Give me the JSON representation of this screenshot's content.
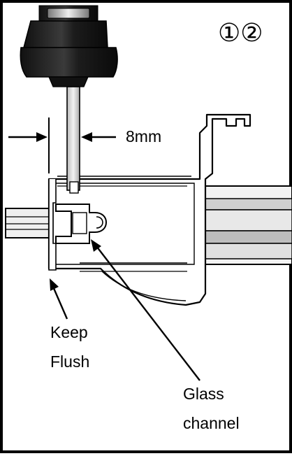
{
  "figure": {
    "step_markers": "①②",
    "dimension_label": "8mm",
    "keep_flush_line1": "Keep",
    "keep_flush_line2": "Flush",
    "glass_channel_line1": "Glass",
    "glass_channel_line2": "channel"
  },
  "colors": {
    "outline": "#000000",
    "profile_fill": "#ffffff",
    "profile_shade": "#d9d9d9",
    "rail_light": "#e6e6e6",
    "rail_mid": "#bdbdbd",
    "tool_dark": "#1a1a1a",
    "tool_mid": "#3a3a3a"
  }
}
